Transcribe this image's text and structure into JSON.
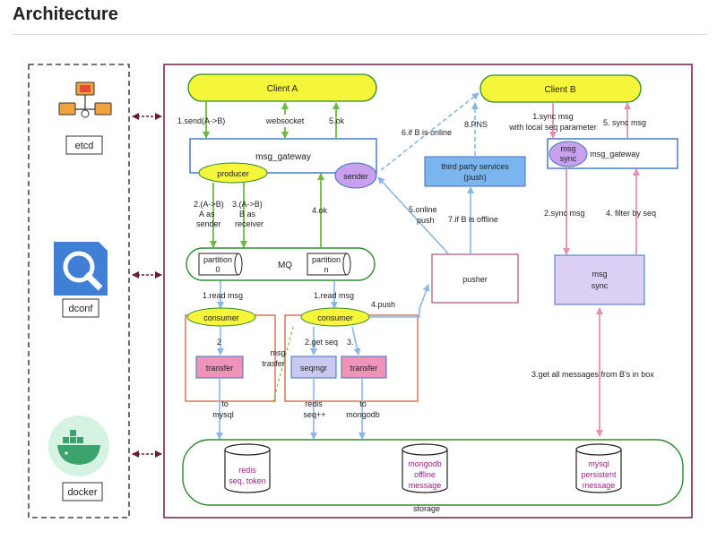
{
  "page": {
    "title": "Architecture"
  },
  "colors": {
    "system_border": "#7a2a57",
    "client_fill": "#f5f53a",
    "gateway_border": "#3f73b8",
    "producer_fill": "#f5f53a",
    "sender_fill": "#c9a0ee",
    "third_party_fill": "#7ab5f0",
    "msg_sync_fill": "#ddd0f5",
    "transfer_fill": "#ef93b8",
    "seqmgr_fill": "#c9c9ef",
    "queue_border": "#2f8a2f",
    "consumer_border": "#d95f3a",
    "storage_text": "#a01a8e",
    "green_arrow": "#6aba3f",
    "blue_arrow": "#8ab6e6",
    "pink_arrow": "#e58fb3",
    "infra_arrow": "#6b1e2d"
  },
  "infra": {
    "etcd": "etcd",
    "dconf": "dconf",
    "docker": "docker"
  },
  "nodes": {
    "client_a": "Client A",
    "client_b": "Client B",
    "gateway_a": "msg_gateway",
    "gateway_b": "msg_gateway",
    "producer": "producer",
    "sender": "sender",
    "third_party_1": "third party services",
    "third_party_2": "(push)",
    "pusher": "pusher",
    "msg_sync_small_1": "msg",
    "msg_sync_small_2": "sync",
    "msg_sync_big_1": "msg",
    "msg_sync_big_2": "sync",
    "mq": "MQ",
    "partition0_1": "partition",
    "partition0_2": "0",
    "partitionn_1": "partition",
    "partitionn_2": "n",
    "consumer_left": "consumer",
    "consumer_right": "consumer",
    "transfer_left": "transfer",
    "seqmgr": "seqmgr",
    "transfer_right": "transfer",
    "storage": "storage",
    "redis_1": "redis",
    "redis_2": "seq, token",
    "mongodb_1": "mongodb",
    "mongodb_2": "offline",
    "mongodb_3": "message",
    "mysql_1": "mysql",
    "mysql_2": "persistent",
    "mysql_3": "message"
  },
  "labels": {
    "send": "1.send(A->B)",
    "websocket": "websocket",
    "ok5": "5.ok",
    "ab_sender_1": "2.(A->B)",
    "ab_sender_2": "A as",
    "ab_sender_3": "sender",
    "ab_receiver_1": "3.(A->B)",
    "ab_receiver_2": "B as",
    "ab_receiver_3": "receiver",
    "ok4": "4.ok",
    "read_msg_left": "1.read msg",
    "read_msg_right": "1.read msg",
    "two": "2",
    "msg_trasfer_1": "msg",
    "msg_trasfer_2": "trasfer",
    "get_seq": "2.get seq",
    "three": "3.",
    "push4": "4.push",
    "to_mysql_1": "to",
    "to_mysql_2": "mysql",
    "redis_seq_1": "redis",
    "redis_seq_2": "seq++",
    "to_mongo_1": "to",
    "to_mongo_2": "mongodb",
    "if_online": "6.if B is online",
    "pns": "8.PNS",
    "online_push_1": "5.online",
    "online_push_2": "push",
    "if_offline": "7.if B is offline",
    "sync_msg_1": "1.sync msg",
    "sync_msg_2": "with local seq parameter",
    "sync_msg5": "5. sync msg",
    "sync_msg2": "2.sync msg",
    "filter_seq": "4. filter by seq",
    "get_all": "3.get all messages from B's in box"
  }
}
